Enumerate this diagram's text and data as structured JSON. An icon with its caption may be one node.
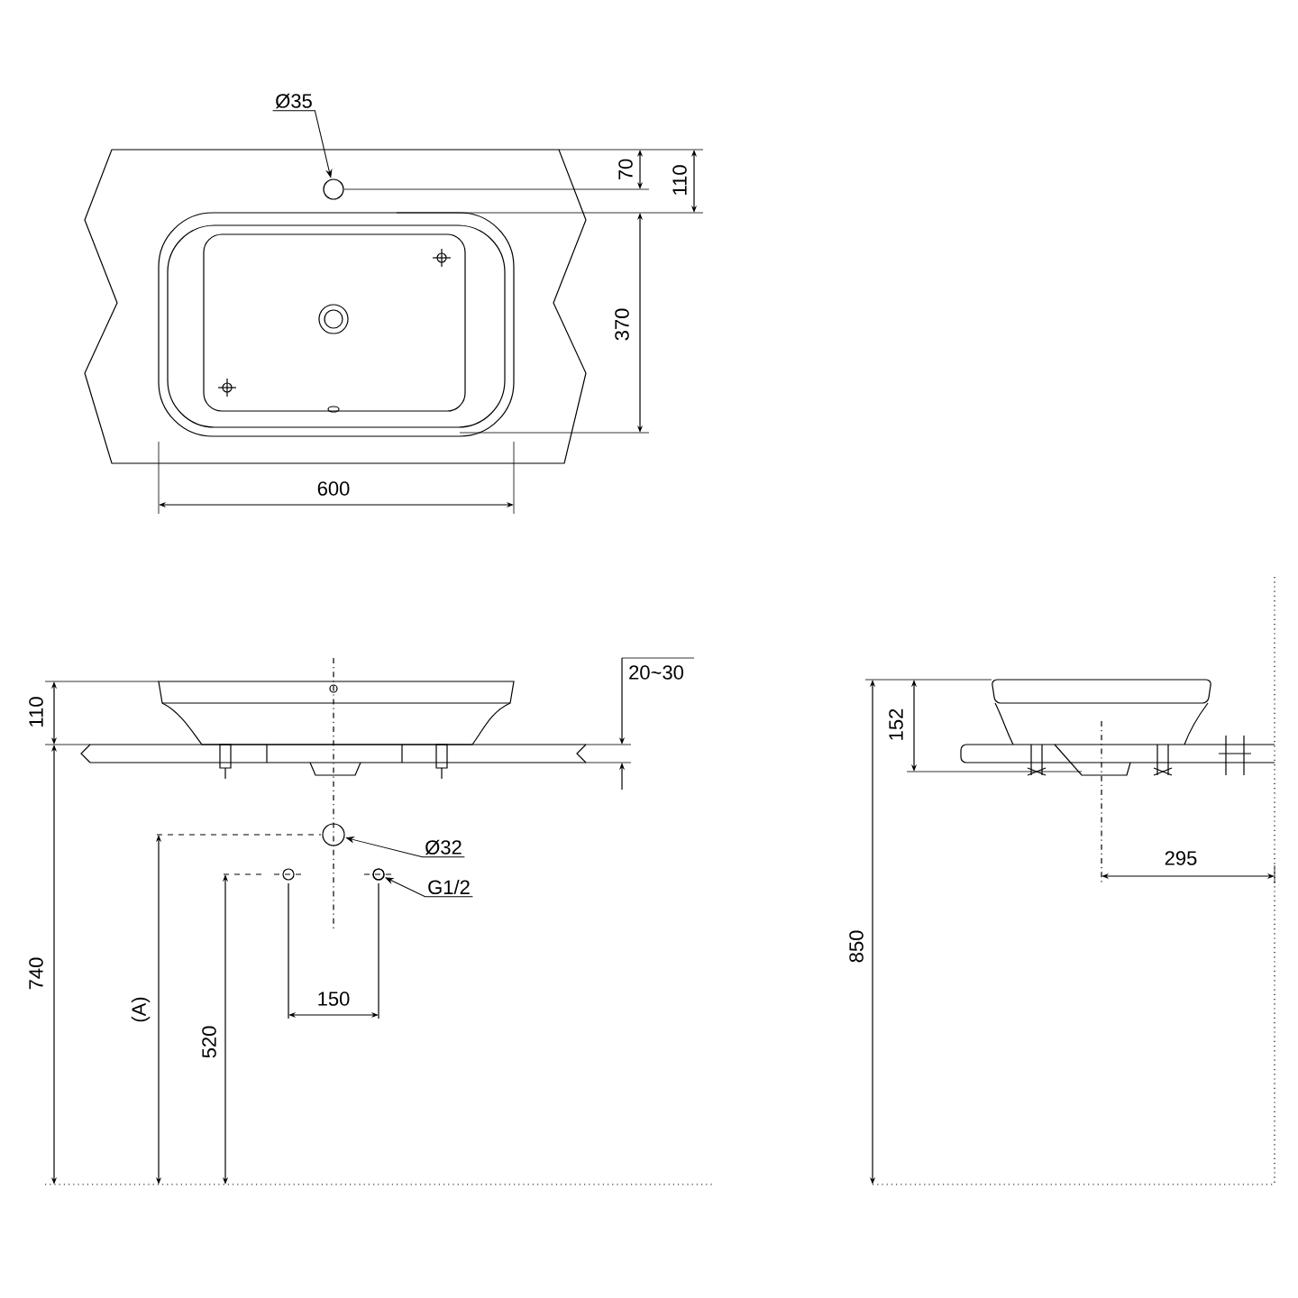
{
  "diagram": {
    "nodes": [
      {
        "text": [
          "Ø35"
        ]
      },
      {
        "text": [],
        "shape": "circle"
      },
      {
        "text": [
          "Ø32"
        ]
      },
      {
        "text": [],
        "shape": "circle"
      },
      {
        "text": [
          "G1/2"
        ]
      },
      {
        "text": [],
        "shape": "circle"
      }
    ],
    "edges": [
      {
        "from": 0,
        "to": 1,
        "arrow": "to"
      },
      {
        "from": 2,
        "to": 3,
        "arrow": "to"
      },
      {
        "from": 4,
        "to": 5,
        "arrow": "to"
      }
    ],
    "labels": [
      "70",
      "110",
      "370",
      "600",
      "110",
      "20~30",
      "152",
      "295",
      "150",
      "740",
      "(A)",
      "520",
      "850"
    ]
  }
}
